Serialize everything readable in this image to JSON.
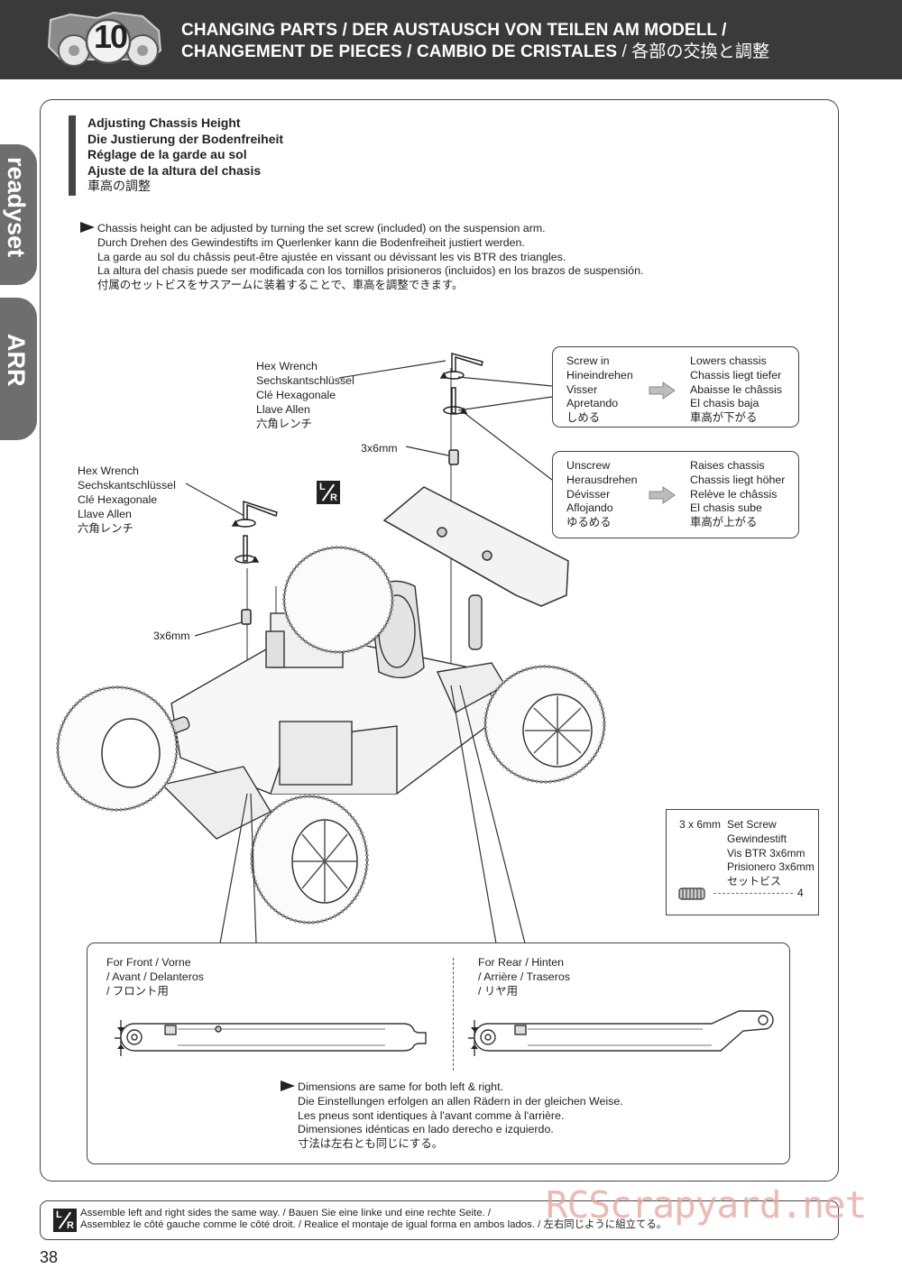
{
  "header": {
    "step_number": "10",
    "title_line1": "CHANGING PARTS / DER AUSTAUSCH VON TEILEN AM MODELL /",
    "title_line2": "CHANGEMENT DE PIECES / CAMBIO DE CRISTALES",
    "title_line2_jp": "/ 各部の交換と調整"
  },
  "side_tabs": {
    "tab1": "readyset",
    "tab2": "ARR"
  },
  "section": {
    "title_en": "Adjusting Chassis Height",
    "title_de": "Die Justierung der Bodenfreiheit",
    "title_fr": "Réglage de la garde au sol",
    "title_es": "Ajuste de la altura del chasis",
    "title_jp": "車高の調整"
  },
  "intro": {
    "en": "Chassis height can be adjusted by turning the set screw (included) on the suspension arm.",
    "de": "Durch Drehen des Gewindestifts im Querlenker kann die Bodenfreiheit justiert werden.",
    "fr": "La garde au sol du châssis peut-être ajustée en vissant ou dévissant les vis BTR des triangles.",
    "es": "La altura del chasis puede ser modificada con los tornillos prisioneros (incluidos) en los brazos de suspensión.",
    "jp": "付属のセットビスをサスアームに装着することで、車高を調整できます。"
  },
  "hex_wrench_label": {
    "en": "Hex Wrench",
    "de": "Sechskantschlüssel",
    "fr": "Clé Hexagonale",
    "es": "Llave Allen",
    "jp": "六角レンチ"
  },
  "screw_size": "3x6mm",
  "lr_mark": {
    "left": "L",
    "right": "R"
  },
  "screw_in": {
    "en": "Screw in",
    "de": "Hineindrehen",
    "fr": "Visser",
    "es": "Apretando",
    "jp": "しめる",
    "result_en": "Lowers chassis",
    "result_de": "Chassis liegt tiefer",
    "result_fr": "Abaisse le châssis",
    "result_es": "El chasis baja",
    "result_jp": "車高が下がる"
  },
  "unscrew": {
    "en": "Unscrew",
    "de": "Herausdrehen",
    "fr": "Dévisser",
    "es": "Aflojando",
    "jp": "ゆるめる",
    "result_en": "Raises chassis",
    "result_de": "Chassis liegt höher",
    "result_fr": "Relève le châssis",
    "result_es": "El chasis sube",
    "result_jp": "車高が上がる"
  },
  "spec": {
    "size": "3 x 6mm",
    "name_en": "Set Screw",
    "name_de": "Gewindestift",
    "name_fr": "Vis BTR 3x6mm",
    "name_es": "Prisionero 3x6mm",
    "name_jp": "セットビス",
    "quantity": "4"
  },
  "front": {
    "line1": "For Front / Vorne",
    "line2": "/ Avant / Delanteros",
    "line3": "/ フロント用"
  },
  "rear": {
    "line1": "For Rear / Hinten",
    "line2": "/ Arrière / Traseros",
    "line3": "/ リヤ用"
  },
  "dimensions_note": {
    "en": "Dimensions are same for both left & right.",
    "de": "Die Einstellungen erfolgen an allen Rädern in der gleichen Weise.",
    "fr": "Les pneus sont identiques à l'avant comme à l'arrière.",
    "es": "Dimensiones idénticas en lado derecho e izquierdo.",
    "jp": "寸法は左右とも同じにする。"
  },
  "bottom_note": {
    "line1": "Assemble left and right sides the same way. / Bauen Sie eine linke und eine rechte Seite. /",
    "line2": "Assemblez le côté gauche comme le côté droit. / Realice el montaje de igual forma en ambos lados. / 左右同じように組立てる。"
  },
  "page_number": "38",
  "watermark": "RCScrapyard.net"
}
